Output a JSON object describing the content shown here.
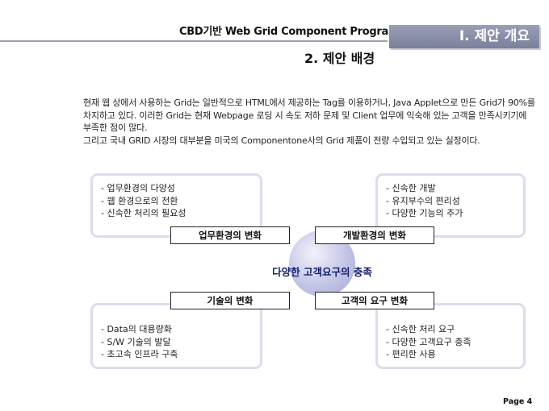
{
  "header": {
    "doc_title": "CBD기반 Web Grid Component Program",
    "section_tab": "I. 제안 개요",
    "section_heading": "2. 제안 배경"
  },
  "intro": [
    "현재 웹 상에서 사용하는 Grid는 일반적으로 HTML에서 제공하는 Tag를 이용하거나, Java Applet으로 만든 Grid가 90%를 차지하고 있다. 이러한 Grid는 현재 Webpage 로딩 시 속도 저하 문제 및 Client 업무에 익숙해 있는 고객을 만족시키기에 부족한 점이 많다.",
    "그리고 국내 GRID 시장의 대부분을 미국의 Componentone사의 Grid 제품이 전량 수입되고 있는 실정이다."
  ],
  "diagram": {
    "center": "다양한 고객요구의 충족",
    "labels": {
      "top_left": "업무환경의 변화",
      "top_right": "개발환경의 변화",
      "bottom_left": "기술의 변화",
      "bottom_right": "고객의 요구 변화"
    },
    "cards": {
      "top_left": [
        "- 업무환경의 다양성",
        "- 웹 환경으로의 전환",
        "- 신속한 처리의 필요성"
      ],
      "top_right": [
        "- 신속한 개발",
        "- 유지부수의 편리성",
        "- 다양한 기능의 추가"
      ],
      "bottom_left": [
        "- Data의 대용량화",
        "- S/W 기술의 발달",
        "- 초고속 인프라 구축"
      ],
      "bottom_right": [
        "- 신속한 처리 요구",
        "- 다양한 고객요구 충족",
        "- 편리한 사용"
      ]
    }
  },
  "footer": {
    "page": "Page 4"
  }
}
